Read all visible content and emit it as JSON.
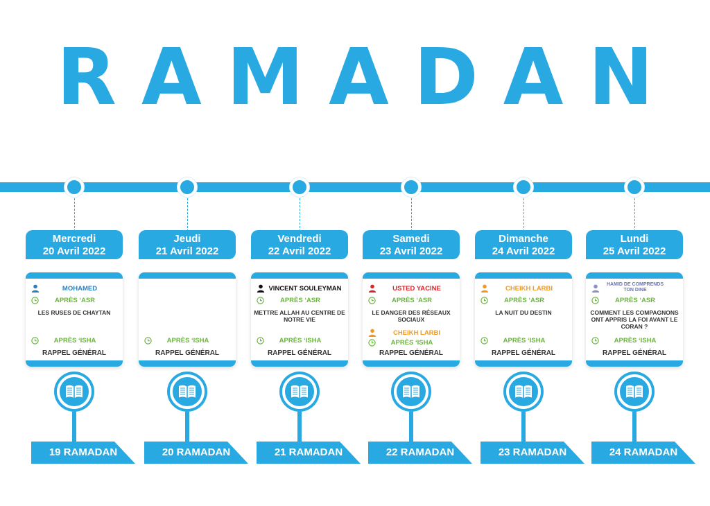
{
  "title": "RAMADAN",
  "colors": {
    "accent": "#29a9e1",
    "time": "#6ab43d"
  },
  "days": [
    {
      "day": "Mercredi",
      "date": "20 Avril 2022",
      "ramadan": "19 RAMADAN",
      "asr": {
        "speaker": "MOHAMED",
        "speaker_color": "#2b7fc1",
        "icon_color": "#2b7fc1",
        "time": "APRÈS ‘ASR",
        "topic": "LES RUSES DE CHAYTAN"
      },
      "isha": {
        "time": "APRÈS ‘ISHA",
        "topic": "RAPPEL GÉNÉRAL"
      }
    },
    {
      "day": "Jeudi",
      "date": "21 Avril 2022",
      "ramadan": "20 RAMADAN",
      "asr": null,
      "isha": {
        "time": "APRÈS ‘ISHA",
        "topic": "RAPPEL GÉNÉRAL"
      }
    },
    {
      "day": "Vendredi",
      "date": "22 Avril 2022",
      "ramadan": "21 RAMADAN",
      "asr": {
        "speaker": "VINCENT SOULEYMAN",
        "speaker_color": "#111111",
        "icon_color": "#111111",
        "time": "APRÈS ‘ASR",
        "topic": "METTRE ALLAH AU CENTRE DE NOTRE VIE"
      },
      "isha": {
        "time": "APRÈS ‘ISHA",
        "topic": "RAPPEL GÉNÉRAL"
      }
    },
    {
      "day": "Samedi",
      "date": "23 Avril 2022",
      "ramadan": "22 RAMADAN",
      "asr": {
        "speaker": "USTED YACINE",
        "speaker_color": "#e0242b",
        "icon_color": "#e0242b",
        "time": "APRÈS ‘ASR",
        "topic": "LE DANGER DES RÉSEAUX SOCIAUX"
      },
      "isha": {
        "speaker": "CHEIKH LARBI",
        "speaker_color": "#f39a1e",
        "icon_color": "#f39a1e",
        "time": "APRÈS ‘ISHA",
        "topic": "RAPPEL GÉNÉRAL"
      }
    },
    {
      "day": "Dimanche",
      "date": "24 Avril 2022",
      "ramadan": "23 RAMADAN",
      "asr": {
        "speaker": "CHEIKH LARBI",
        "speaker_color": "#f39a1e",
        "icon_color": "#f39a1e",
        "time": "APRÈS ‘ASR",
        "topic": "LA NUIT DU DESTIN"
      },
      "isha": {
        "time": "APRÈS ‘ISHA",
        "topic": "RAPPEL GÉNÉRAL"
      }
    },
    {
      "day": "Lundi",
      "date": "25 Avril 2022",
      "ramadan": "24 RAMADAN",
      "asr": {
        "speaker": "HAMID DE COMPRENDS TON DINE",
        "speaker_color": "#6b74b8",
        "icon_color": "#8a8fc7",
        "time": "APRÈS ‘ASR",
        "topic": "COMMENT LES COMPAGNONS ONT APPRIS LA FOI AVANT LE CORAN ?"
      },
      "isha": {
        "time": "APRÈS ‘ISHA",
        "topic": "RAPPEL GÉNÉRAL"
      }
    }
  ]
}
